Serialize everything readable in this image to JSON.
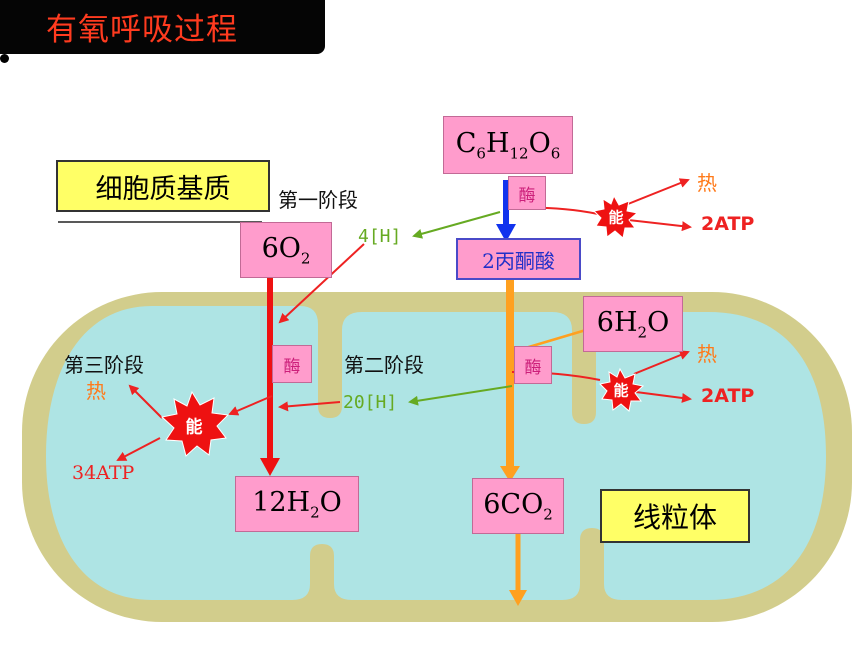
{
  "title": "有氧呼吸过程",
  "regions": {
    "cytoplasm": "细胞质基质",
    "mitochondrion": "线粒体"
  },
  "stages": {
    "first": "第一阶段",
    "second": "第二阶段",
    "third": "第三阶段"
  },
  "molecules": {
    "glucose": {
      "base": "C",
      "s1": "6",
      "m1": "H",
      "s2": "12",
      "m2": "O",
      "s3": "6"
    },
    "pyruvate": "2丙酮酸",
    "oxygen": {
      "base": "6O",
      "sub": "2"
    },
    "water_in": {
      "base": "6H",
      "sub": "2",
      "tail": "O"
    },
    "water_out": {
      "base": "12H",
      "sub": "2",
      "tail": "O"
    },
    "co2": {
      "base": "6CO",
      "sub": "2"
    }
  },
  "hydrogen": {
    "stage1": "4[H]",
    "stage2": "20[H]"
  },
  "enzyme": "酶",
  "energy": "能",
  "heat": "热",
  "atp": {
    "stage1": "2ATP",
    "stage2": "2ATP",
    "stage3": "34ATP"
  },
  "colors": {
    "title_bg": "#050505",
    "title_text": "#ff3b1f",
    "mito_outer": "#d2cd8c",
    "mito_inner": "#aee4e4",
    "box_pink": "#ff9ccc",
    "box_yellow": "#ffff66",
    "arrow_red": "#ee1111",
    "arrow_blue": "#1133ee",
    "arrow_orange": "#ffa020",
    "hydrogen_green": "#66aa22",
    "heat_orange": "#ff7a1a",
    "atp_red": "#ee2222",
    "enzyme_text": "#cc1f7a",
    "energy_star": "#ee1111"
  }
}
